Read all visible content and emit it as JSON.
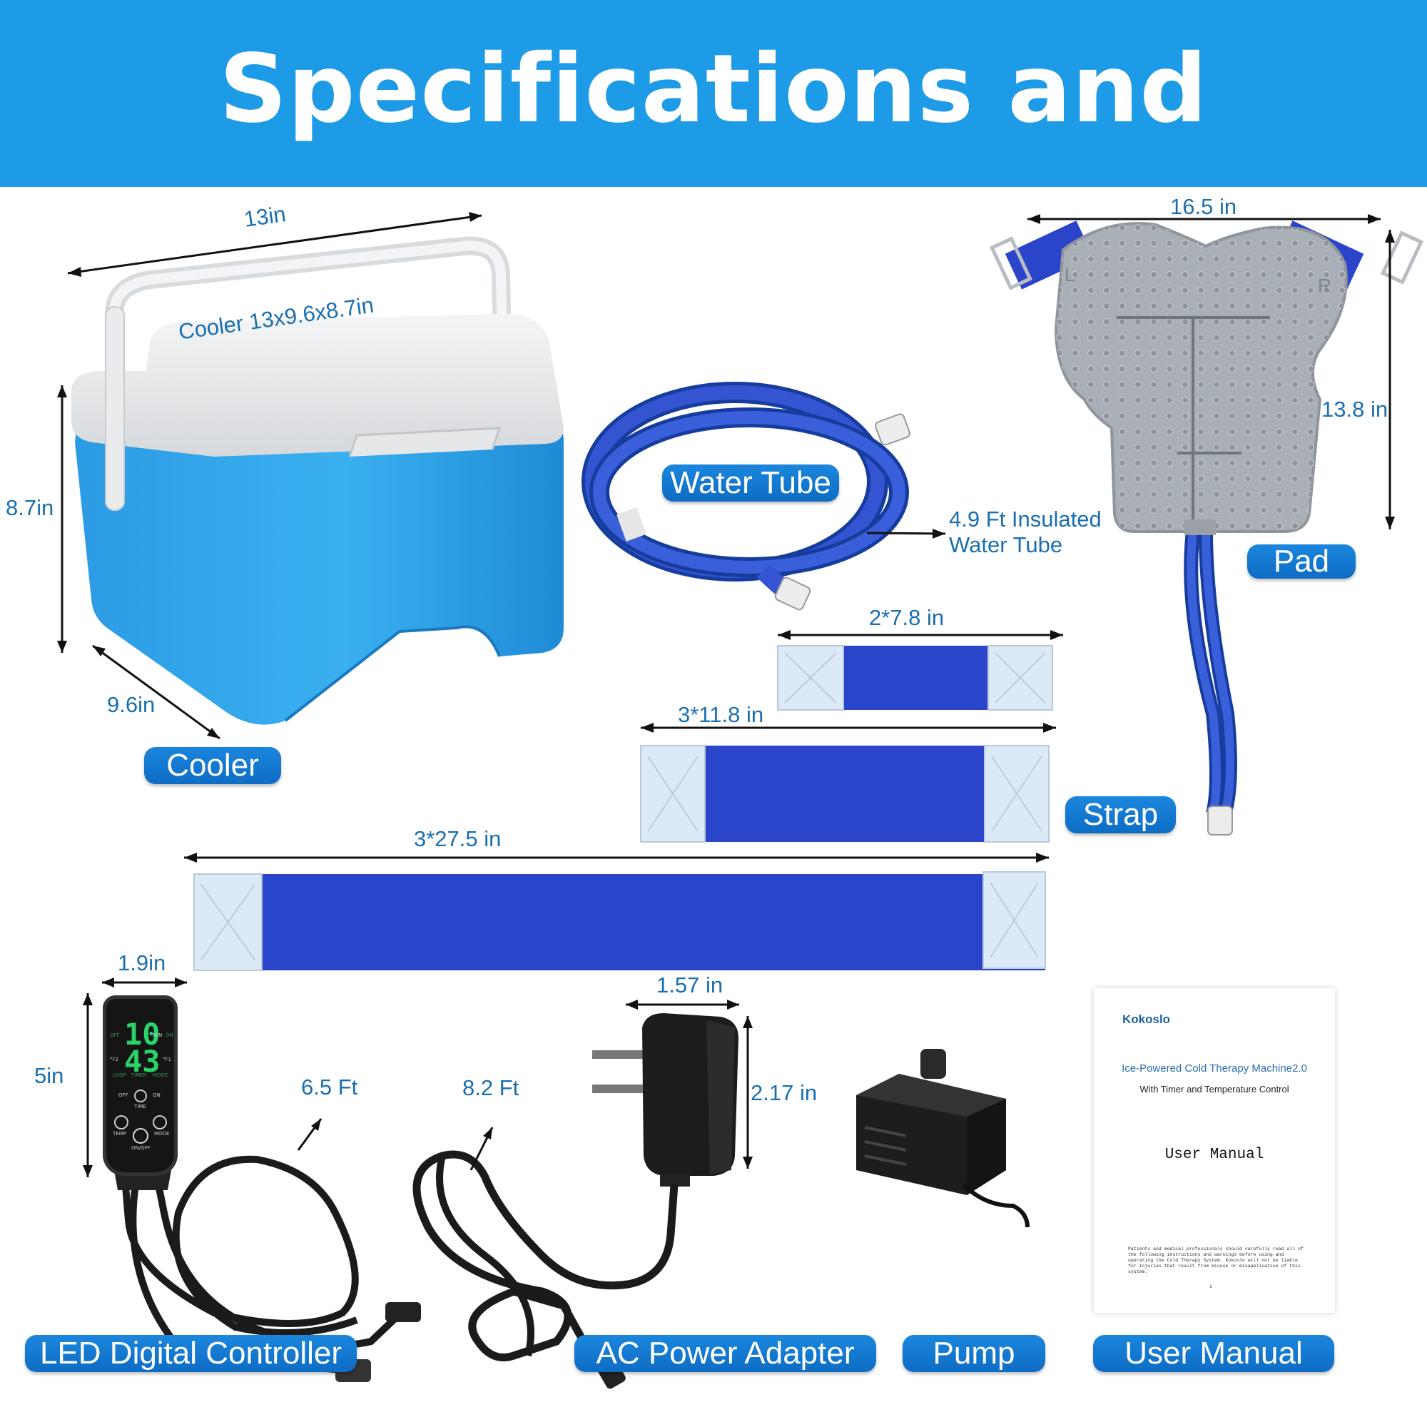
{
  "header": {
    "title": "Specifications and Contents"
  },
  "cooler": {
    "label": "Cooler",
    "size_text": "Cooler 13x9.6x8.7in",
    "width": "13in",
    "height": "8.7in",
    "depth": "9.6in"
  },
  "water_tube": {
    "label": "Water Tube",
    "note_line1": "4.9 Ft Insulated",
    "note_line2": "Water Tube"
  },
  "pad": {
    "label": "Pad",
    "width": "16.5 in",
    "height": "13.8 in",
    "marker_left": "L",
    "marker_right": "R"
  },
  "straps": {
    "label": "Strap",
    "small": "2*7.8 in",
    "medium": "3*11.8 in",
    "large": "3*27.5 in"
  },
  "controller": {
    "label": "LED Digital Controller",
    "width": "1.9in",
    "height": "5in",
    "cable": "6.5 Ft",
    "screen_top": "10",
    "screen_bottom": "43",
    "screen_off": "OFF",
    "screen_min": "MIN",
    "screen_on": "ON",
    "screen_f2": "°F2",
    "screen_f1": "°F1",
    "screen_loop": "LOOP",
    "screen_timer": "TIMER",
    "screen_mode": "MODE",
    "btn_off": "OFF",
    "btn_on": "ON",
    "btn_time": "TIME",
    "btn_temp": "TEMP",
    "btn_mode": "MODE",
    "btn_power": "ON/OFF"
  },
  "adapter": {
    "label": "AC Power Adapter",
    "width": "1.57 in",
    "height": "2.17 in",
    "cable": "8.2 Ft"
  },
  "pump": {
    "label": "Pump"
  },
  "manual": {
    "label": "User Manual",
    "brand": "Kokoslo",
    "title": "Ice-Powered Cold Therapy Machine2.0",
    "subtitle": "With Timer and Temperature Control",
    "heading": "User Manual",
    "warning": "Patients and medical professionals should carefully read all of the following instructions and warnings before using and operating the Cold Therapy System. Kokoslo will not be liable for injuries that result from misuse or misapplication of this system.",
    "page": "1"
  },
  "colors": {
    "header_blue": "#1e9be6",
    "label_blue": "#1277d0",
    "dimension_text": "#1a6fb0",
    "cooler_blue": "#2fa3e8",
    "strap_blue": "#2a45c9",
    "pad_gray": "#a9afb6"
  }
}
